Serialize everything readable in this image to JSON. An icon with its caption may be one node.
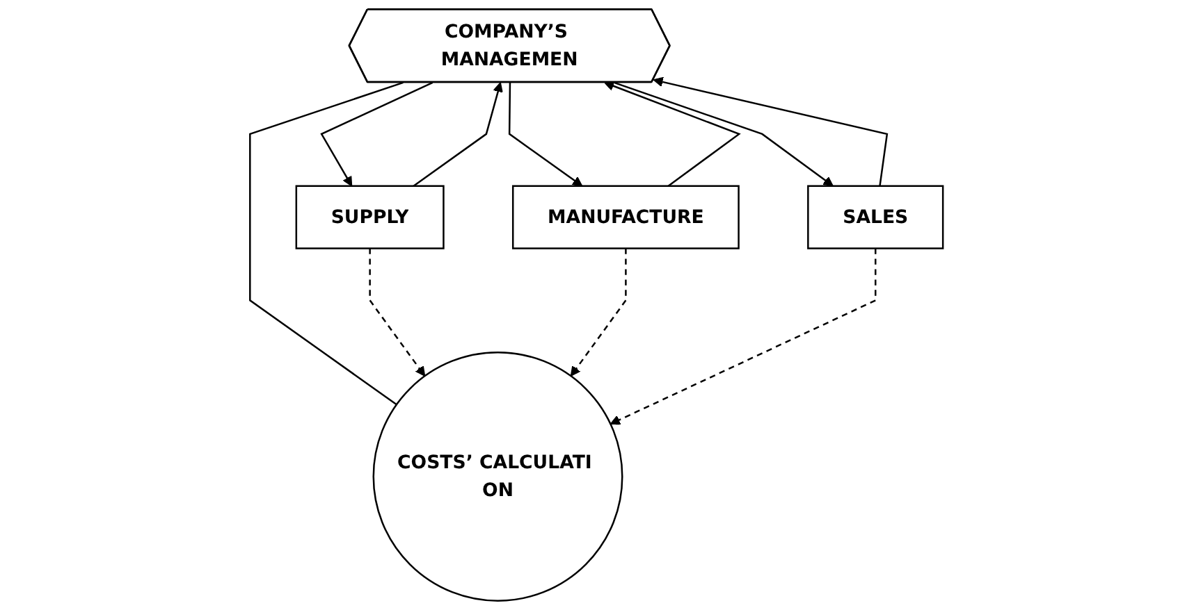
{
  "diagram": {
    "nodes": [
      {
        "text": [
          "COMPANY’S MANAGEMEN"
        ]
      },
      {
        "text": [
          "COSTS’ CALCULATI ON"
        ]
      },
      {
        "text": [
          "SUPPLY"
        ]
      },
      {
        "text": [
          "MANUFACTURE"
        ]
      },
      {
        "text": [
          "SALES"
        ]
      }
    ],
    "edges": [
      {
        "from": 0,
        "to": 1,
        "arrow": "none"
      },
      {
        "from": 0,
        "to": 2,
        "arrow": "to"
      },
      {
        "from": 2,
        "to": 0,
        "arrow": "to"
      },
      {
        "from": 3,
        "to": 0,
        "arrow": "to"
      },
      {
        "from": 0,
        "to": 3,
        "arrow": "to"
      },
      {
        "from": 0,
        "to": 4,
        "arrow": "to"
      },
      {
        "from": 4,
        "to": 0,
        "arrow": "to"
      },
      {
        "from": 2,
        "to": 1,
        "arrow": "to",
        "style": "dashed"
      },
      {
        "from": 3,
        "to": 1,
        "arrow": "to",
        "style": "dashed"
      },
      {
        "from": 4,
        "to": 1,
        "arrow": "to",
        "style": "dashed"
      }
    ]
  }
}
